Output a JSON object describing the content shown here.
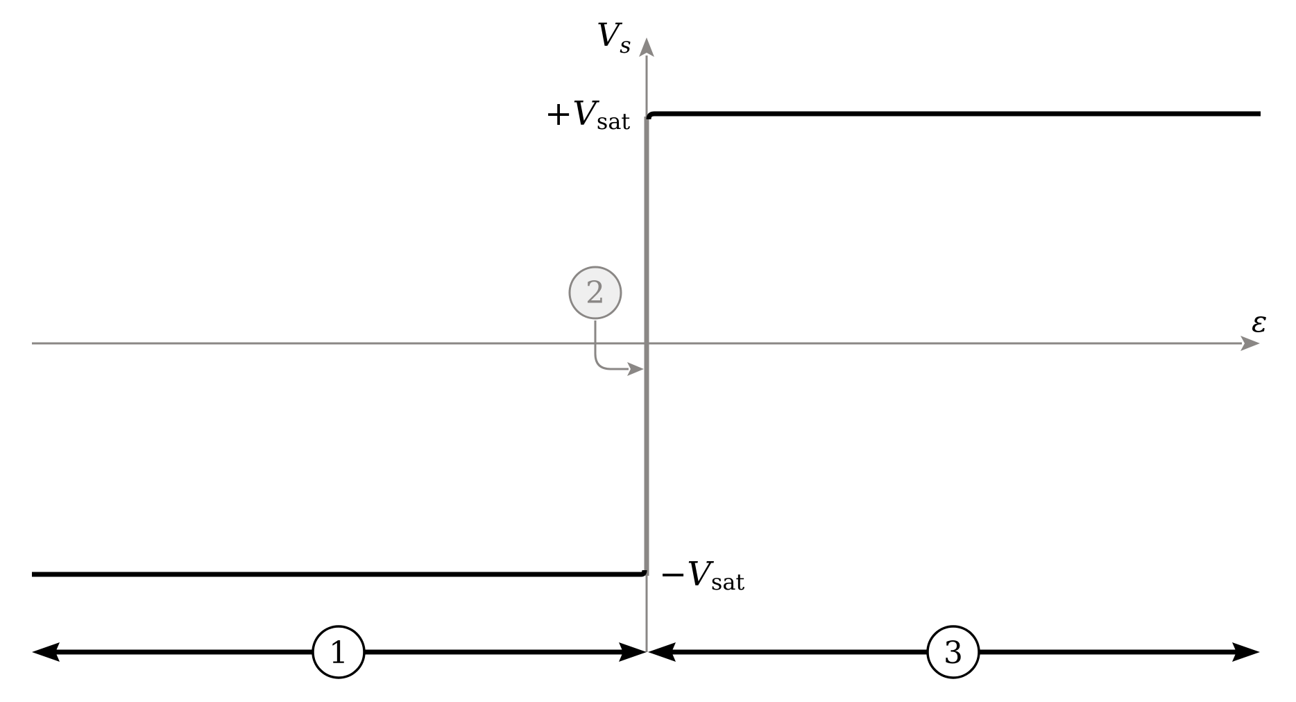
{
  "colors": {
    "axis": "#8a8785",
    "curve": "#000000",
    "marker_fill": "#efefef",
    "marker_stroke": "#8a8785",
    "background": "#ffffff"
  },
  "axes": {
    "y_symbol": "V",
    "y_subscript": "s",
    "x_symbol": "ε"
  },
  "levels": {
    "pos_sign": "+",
    "neg_sign": "−",
    "symbol": "V",
    "subscript": "sat"
  },
  "markers": {
    "zone_1": "1",
    "zone_2": "2",
    "zone_3": "3"
  }
}
